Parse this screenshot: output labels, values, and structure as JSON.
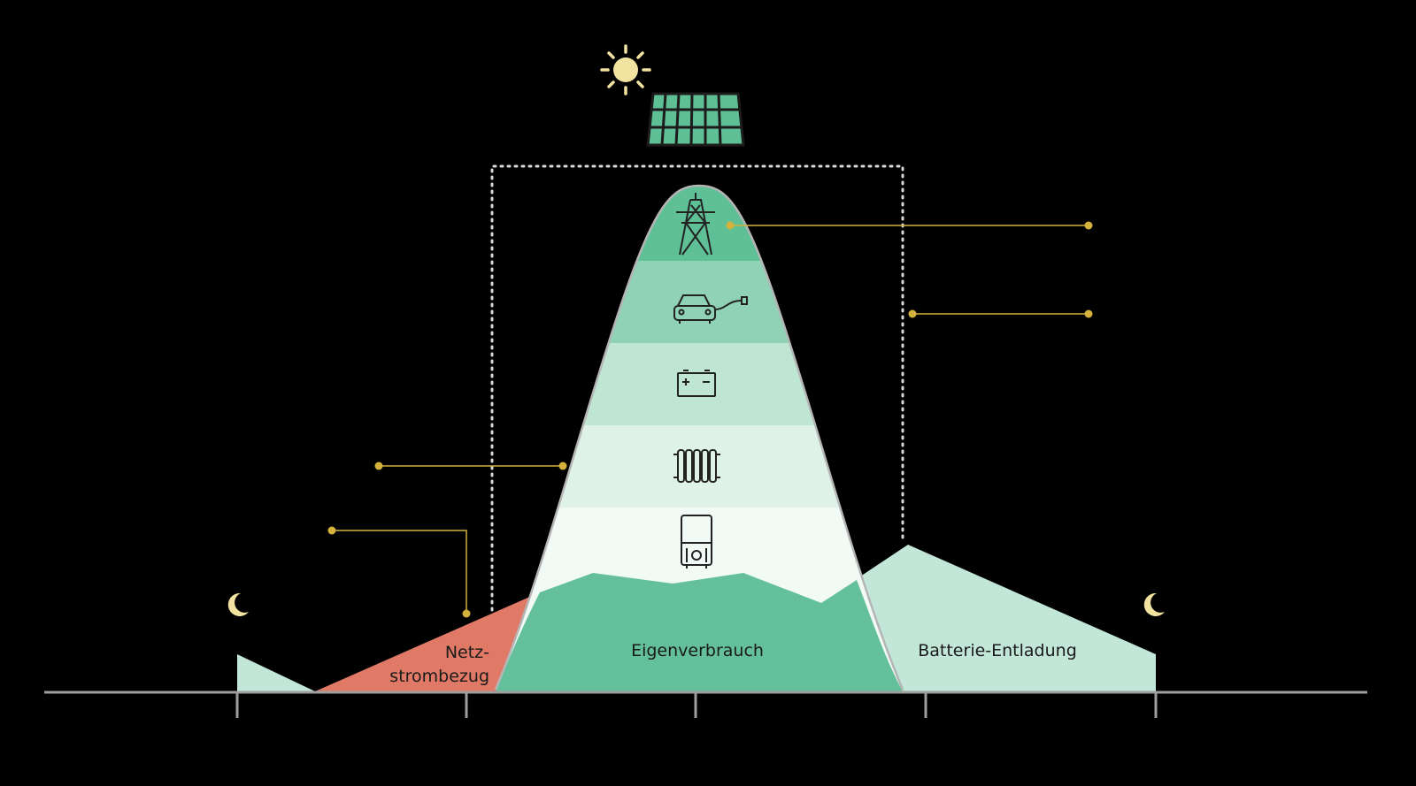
{
  "colors": {
    "background": "#000000",
    "axis": "#9e9e9e",
    "grid_import": "#e07a66",
    "self_consumption": "#63c09a",
    "battery_discharge": "#c2e6d7",
    "pv_band_1": "#5fbf95",
    "pv_band_2": "#8fd2b5",
    "pv_band_3": "#bfe5d3",
    "pv_band_4": "#dff2e8",
    "pv_band_5": "#f2faf6",
    "pv_outline": "#b5b5b5",
    "leader": "#d4b23c",
    "sun": "#f2e3a0",
    "moon": "#f2e3a0",
    "panel": "#5fbf95",
    "icon_stroke": "#222222",
    "dotted_frame": "#d9d9d9"
  },
  "labels": {
    "grid_import": [
      "Netz-",
      "strombezug"
    ],
    "self_consumption": "Eigenverbrauch",
    "battery_discharge": "Batterie-Entladung"
  },
  "icons": {
    "sun": "sun-icon",
    "solar_panel": "solar-panel-icon",
    "moon_left": "moon-icon",
    "moon_right": "moon-icon",
    "pylon": "power-pylon-icon",
    "car": "electric-car-icon",
    "battery": "battery-icon",
    "radiator": "radiator-icon",
    "boiler": "water-heater-icon"
  },
  "axis": {
    "tick_count": 5
  }
}
